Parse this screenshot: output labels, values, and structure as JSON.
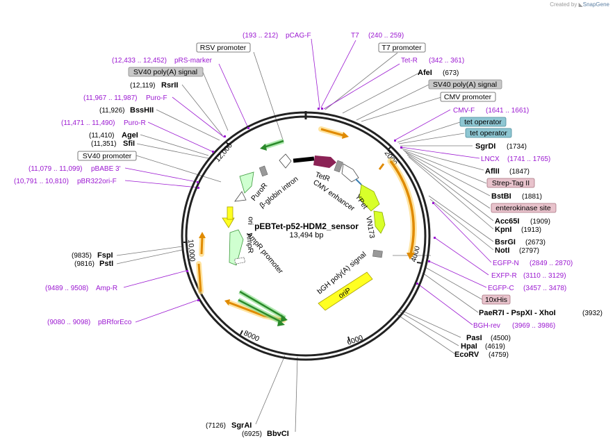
{
  "credit": {
    "prefix": "Created by",
    "brand": "SnapGene"
  },
  "plasmid": {
    "name": "pEBTet-p52-HDM2_sensor",
    "length_label": "13,494 bp",
    "length": 13494
  },
  "colors": {
    "primer": "#9b18d1",
    "backbone": "#222222",
    "gray_box": "#c8c8c8",
    "blue_box": "#8ec6d2",
    "pink_box": "#e8c3cc"
  },
  "ticks": [
    {
      "label": "2000",
      "bp": 2000
    },
    {
      "label": "4000",
      "bp": 4000
    },
    {
      "label": "6000",
      "bp": 6000
    },
    {
      "label": "8000",
      "bp": 8000
    },
    {
      "label": "10,000",
      "bp": 10000
    },
    {
      "label": "12,000",
      "bp": 12000
    }
  ],
  "annotations": [
    {
      "kind": "primer",
      "range": "(193 .. 212)",
      "name": "pCAG-F"
    },
    {
      "kind": "primer",
      "name": "T7"
    },
    {
      "kind": "primer",
      "range": "(240 .. 259)"
    },
    {
      "kind": "box",
      "name": "RSV promoter",
      "color": "white"
    },
    {
      "kind": "box",
      "name": "T7 promoter",
      "color": "white"
    },
    {
      "kind": "primer",
      "range": "(12,433 .. 12,452)",
      "name": "pRS-marker"
    },
    {
      "kind": "primer",
      "name": "Tet-R",
      "range": "(342 .. 361)"
    },
    {
      "kind": "box",
      "name": "SV40 poly(A) signal",
      "color": "gray"
    },
    {
      "kind": "site",
      "name": "AfeI",
      "coord": "(673)"
    },
    {
      "kind": "site",
      "coord": "(12,119)",
      "name": "RsrII"
    },
    {
      "kind": "box",
      "name": "SV40 poly(A) signal",
      "color": "gray"
    },
    {
      "kind": "box",
      "name": "CMV promoter",
      "color": "white"
    },
    {
      "kind": "primer",
      "range": "(11,967 .. 11,987)",
      "name": "Puro-F"
    },
    {
      "kind": "site",
      "coord": "(11,926)",
      "name": "BssHII"
    },
    {
      "kind": "primer",
      "name": "CMV-F",
      "range": "(1641 .. 1661)"
    },
    {
      "kind": "primer",
      "range": "(11,471 .. 11,490)",
      "name": "Puro-R"
    },
    {
      "kind": "box",
      "name": "tet operator",
      "color": "blue"
    },
    {
      "kind": "box",
      "name": "tet operator",
      "color": "blue"
    },
    {
      "kind": "site",
      "coord": "(11,410)",
      "name": "AgeI"
    },
    {
      "kind": "site",
      "coord": "(11,351)",
      "name": "SfiI"
    },
    {
      "kind": "site",
      "name": "SgrDI",
      "coord": "(1734)"
    },
    {
      "kind": "box",
      "name": "SV40 promoter",
      "color": "white"
    },
    {
      "kind": "primer",
      "name": "LNCX",
      "range": "(1741 .. 1765)"
    },
    {
      "kind": "primer",
      "range": "(11,079 .. 11,099)",
      "name": "pBABE 3'"
    },
    {
      "kind": "site",
      "name": "AflII",
      "coord": "(1847)"
    },
    {
      "kind": "primer",
      "range": "(10,791 .. 10,810)",
      "name": "pBR322ori-F"
    },
    {
      "kind": "box",
      "name": "Strep-Tag II",
      "color": "pink"
    },
    {
      "kind": "site",
      "name": "BstBI",
      "coord": "(1881)"
    },
    {
      "kind": "box",
      "name": "enterokinase site",
      "color": "pink"
    },
    {
      "kind": "site",
      "name": "Acc65I",
      "coord": "(1909)"
    },
    {
      "kind": "site",
      "name": "KpnI",
      "coord": "(1913)"
    },
    {
      "kind": "site",
      "name": "BsrGI",
      "coord": "(2673)"
    },
    {
      "kind": "site",
      "name": "NotI",
      "coord": "(2797)"
    },
    {
      "kind": "site",
      "coord": "(9835)",
      "name": "FspI"
    },
    {
      "kind": "site",
      "coord": "(9816)",
      "name": "PstI"
    },
    {
      "kind": "primer",
      "name": "EGFP-N",
      "range": "(2849 .. 2870)"
    },
    {
      "kind": "primer",
      "name": "EXFP-R",
      "range": "(3110 .. 3129)"
    },
    {
      "kind": "primer",
      "range": "(9489 .. 9508)",
      "name": "Amp-R"
    },
    {
      "kind": "primer",
      "name": "EGFP-C",
      "range": "(3457 .. 3478)"
    },
    {
      "kind": "box",
      "name": "10xHis",
      "color": "pink"
    },
    {
      "kind": "site",
      "name": "PaeR7I - PspXI - XhoI",
      "coord": "(3932)"
    },
    {
      "kind": "primer",
      "range": "(9080 .. 9098)",
      "name": "pBRforEco"
    },
    {
      "kind": "primer",
      "name": "BGH-rev",
      "range": "(3969 .. 3986)"
    },
    {
      "kind": "site",
      "name": "PasI",
      "coord": "(4500)"
    },
    {
      "kind": "site",
      "name": "HpaI",
      "coord": "(4619)"
    },
    {
      "kind": "site",
      "name": "EcoRV",
      "coord": "(4759)"
    },
    {
      "kind": "site",
      "coord": "(7126)",
      "name": "SgrAI"
    },
    {
      "kind": "site",
      "coord": "(6925)",
      "name": "BbvCI"
    }
  ],
  "features": [
    {
      "name": "TetR"
    },
    {
      "name": "CMV enhancer"
    },
    {
      "name": "YPet"
    },
    {
      "name": "VN173"
    },
    {
      "name": "bGH poly(A) signal"
    },
    {
      "name": "oriP"
    },
    {
      "name": "β-globin intron"
    },
    {
      "name": "PuroR"
    },
    {
      "name": "ori"
    },
    {
      "name": "AmpR promoter"
    },
    {
      "name": "AmpR"
    }
  ]
}
